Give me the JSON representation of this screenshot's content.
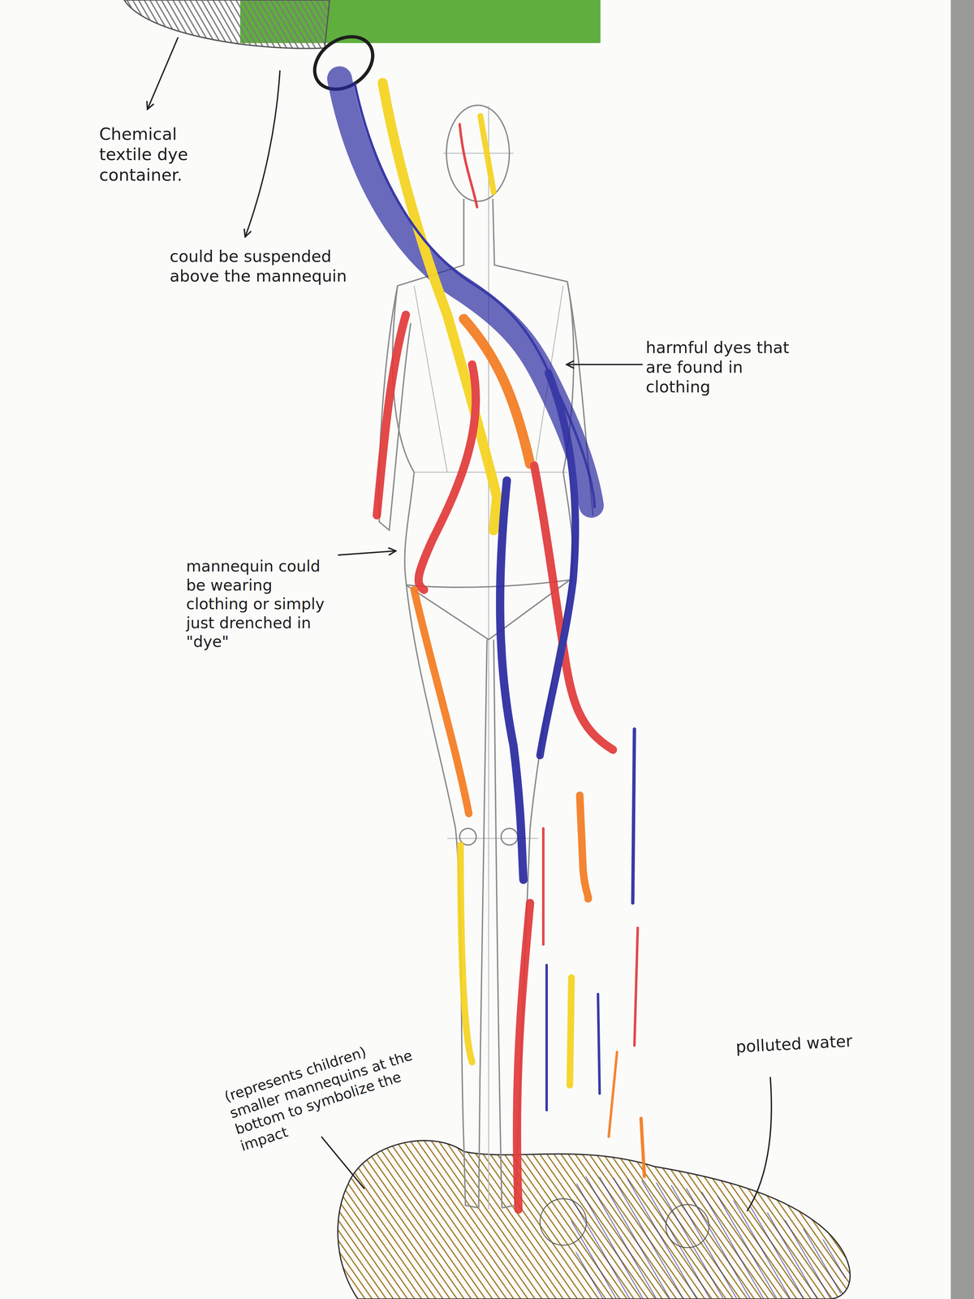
{
  "diagram": {
    "labels": [
      "Chemical textile dye container.",
      "could be suspended above the mannequin",
      "harmful dyes that are found in clothing",
      "mannequin could be wearing clothing or simply just drenched in \"dye\"",
      "(represents children) smaller mannequins at the bottom to symbolize the impact",
      "polluted water"
    ]
  }
}
